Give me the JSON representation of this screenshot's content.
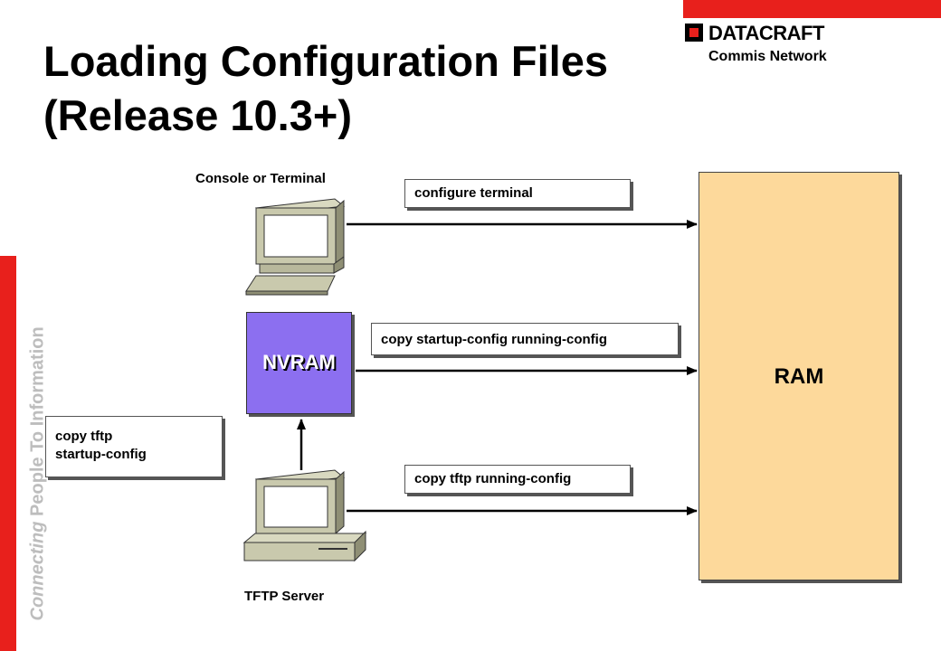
{
  "slide": {
    "title_line1": "Loading Configuration Files",
    "title_line2": "(Release 10.3+)"
  },
  "branding": {
    "logo_name": "DATACRAFT",
    "logo_sub": "Commis Network",
    "tagline_prefix": "Connecting",
    "tagline_rest": "People To Information",
    "accent_color": "#e8201c"
  },
  "diagram": {
    "console_label": "Console or Terminal",
    "tftp_label": "TFTP Server",
    "nvram_label": "NVRAM",
    "ram_label": "RAM",
    "commands": {
      "configure_terminal": "configure terminal",
      "copy_startup_running": "copy startup-config running-config",
      "copy_tftp_startup_line1": "copy tftp",
      "copy_tftp_startup_line2": "startup-config",
      "copy_tftp_running": "copy tftp running-config"
    },
    "colors": {
      "nvram": "#8c6ff0",
      "ram": "#fdd99b"
    },
    "icons": [
      "terminal-computer-icon",
      "tftp-server-computer-icon"
    ]
  }
}
